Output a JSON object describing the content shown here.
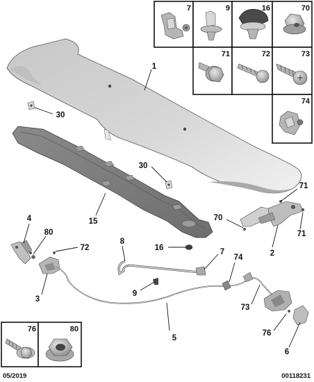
{
  "legend_top": [
    {
      "num": "7",
      "icon": "clip-icon"
    },
    {
      "num": "9",
      "icon": "push-rivet-icon"
    },
    {
      "num": "16",
      "icon": "grommet-icon"
    },
    {
      "num": "70",
      "icon": "flange-nut-icon"
    },
    {
      "num": "71",
      "icon": "hex-flange-bolt-icon"
    },
    {
      "num": "72",
      "icon": "screw-icon"
    },
    {
      "num": "73",
      "icon": "self-tapping-screw-icon"
    },
    {
      "num": "74",
      "icon": "cable-clip-icon"
    }
  ],
  "legend_bottom": [
    {
      "num": "76",
      "icon": "stud-bolt-icon"
    },
    {
      "num": "80",
      "icon": "hex-nut-icon"
    }
  ],
  "callouts": {
    "hood": "1",
    "hood_buffer": "30",
    "hood_buffer_2": "30",
    "insulation": "15",
    "grommet": "16",
    "support_nut": "70",
    "support_bolt_top": "71",
    "support_bolt_right": "71",
    "hinge_bracket": "2",
    "left_bracket": "4",
    "left_nut": "80",
    "lock_screw": "72",
    "lock": "3",
    "release_handle": "8",
    "rod_clip": "7",
    "rivet": "9",
    "cable_clip": "74",
    "cable": "5",
    "right_screw": "73",
    "right_stud": "76",
    "right_lock": "6"
  },
  "footer": {
    "date": "05/2019",
    "ref": "00118231"
  }
}
